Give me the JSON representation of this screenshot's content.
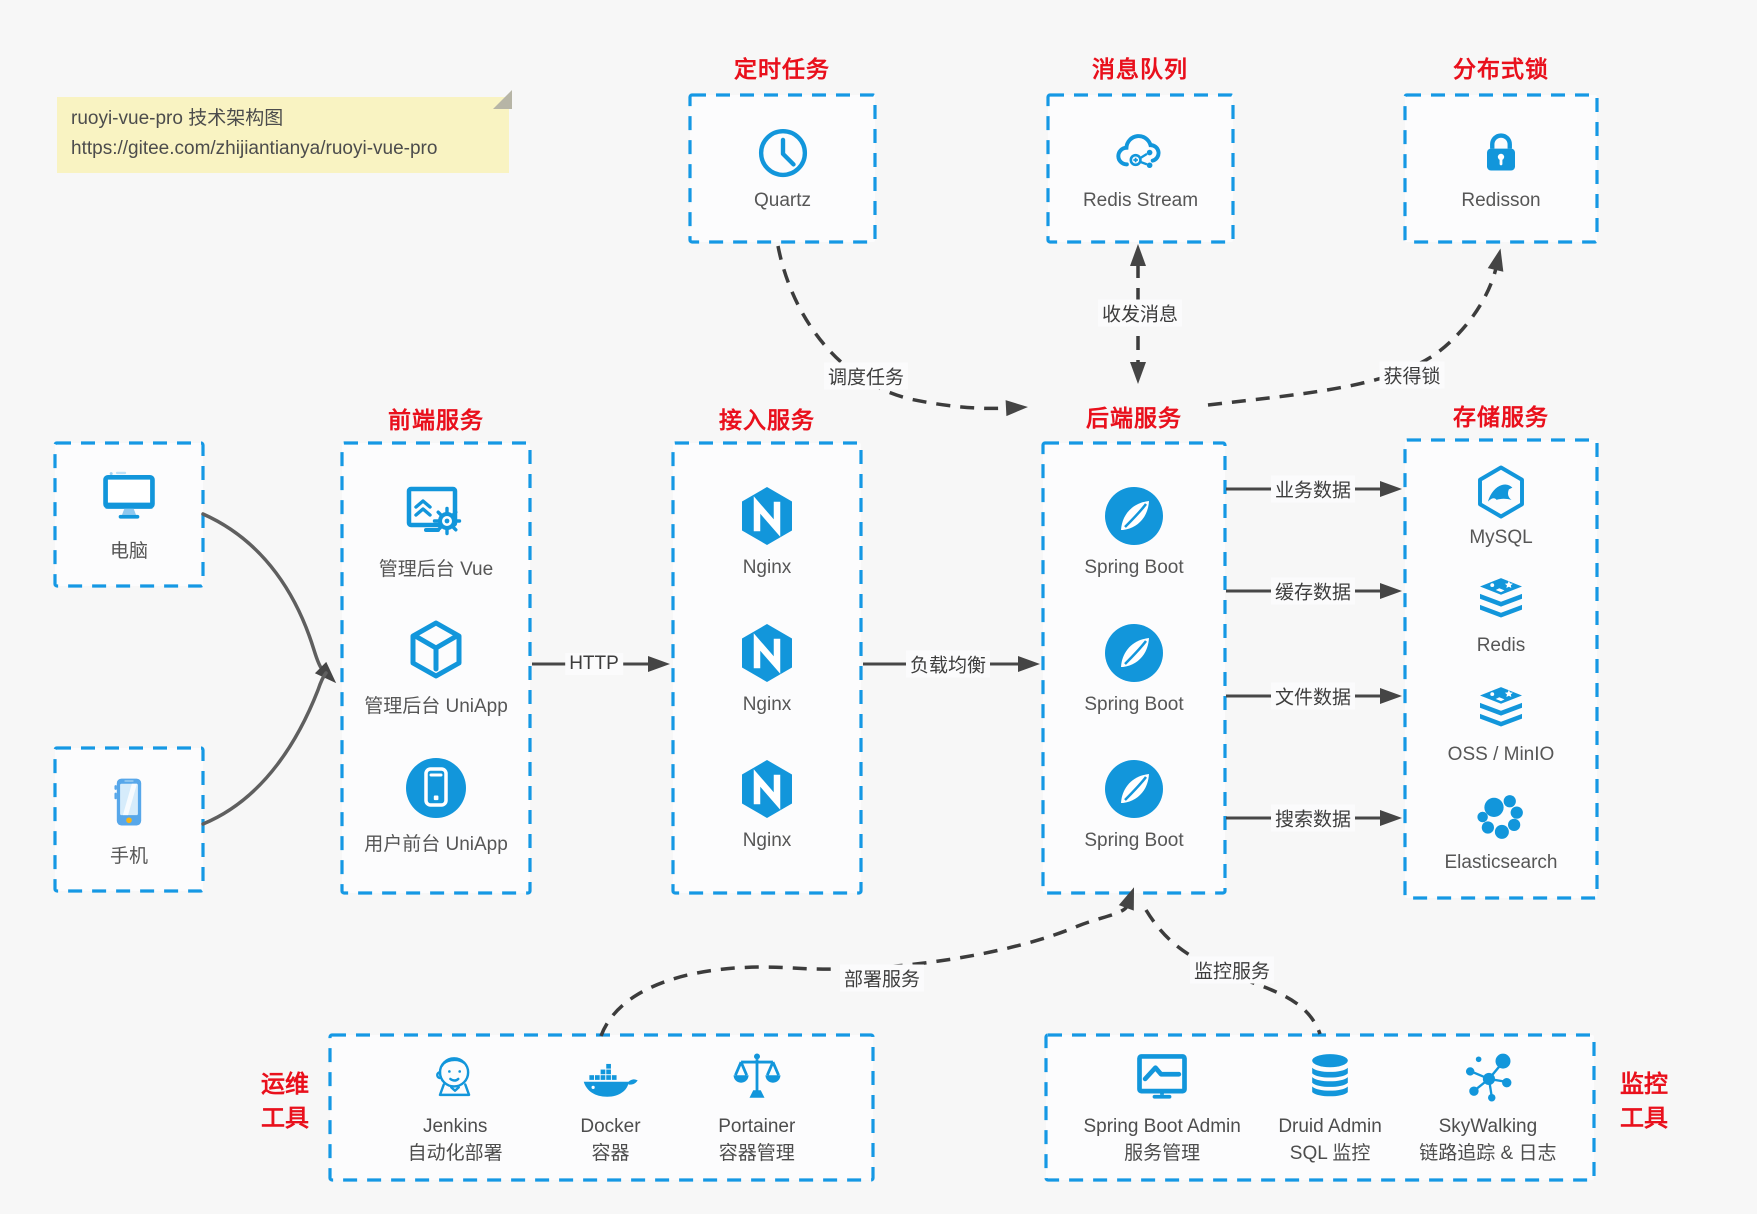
{
  "colors": {
    "accent_blue": "#1598e4",
    "icon_blue": "#1296db",
    "title_red": "#e9101c",
    "arrow_gray": "#454545",
    "note_bg": "#f9f3c2"
  },
  "note": {
    "line1": "ruoyi-vue-pro 技术架构图",
    "line2": "https://gitee.com/zhijiantianya/ruoyi-vue-pro"
  },
  "top_services": [
    {
      "title": "定时任务",
      "item": {
        "icon": "clock-icon",
        "label": "Quartz"
      }
    },
    {
      "title": "消息队列",
      "item": {
        "icon": "cloud-stream-icon",
        "label": "Redis Stream"
      }
    },
    {
      "title": "分布式锁",
      "item": {
        "icon": "lock-icon",
        "label": "Redisson"
      }
    }
  ],
  "clients": [
    {
      "icon": "desktop-icon",
      "label": "电脑"
    },
    {
      "icon": "mobile-icon",
      "label": "手机"
    }
  ],
  "columns": [
    {
      "title": "前端服务",
      "items": [
        {
          "icon": "admin-vue-icon",
          "label": "管理后台 Vue"
        },
        {
          "icon": "uniapp-cube-icon",
          "label": "管理后台 UniApp"
        },
        {
          "icon": "user-app-icon",
          "label": "用户前台 UniApp"
        }
      ]
    },
    {
      "title": "接入服务",
      "items": [
        {
          "icon": "nginx-icon",
          "label": "Nginx"
        },
        {
          "icon": "nginx-icon",
          "label": "Nginx"
        },
        {
          "icon": "nginx-icon",
          "label": "Nginx"
        }
      ]
    },
    {
      "title": "后端服务",
      "items": [
        {
          "icon": "spring-boot-icon",
          "label": "Spring Boot"
        },
        {
          "icon": "spring-boot-icon",
          "label": "Spring Boot"
        },
        {
          "icon": "spring-boot-icon",
          "label": "Spring Boot"
        }
      ]
    },
    {
      "title": "存储服务",
      "items": [
        {
          "icon": "mysql-icon",
          "label": "MySQL"
        },
        {
          "icon": "redis-icon",
          "label": "Redis"
        },
        {
          "icon": "oss-icon",
          "label": "OSS / MinIO"
        },
        {
          "icon": "elasticsearch-icon",
          "label": "Elasticsearch"
        }
      ]
    }
  ],
  "edges": {
    "http": "HTTP",
    "load_balance": "负载均衡",
    "business": "业务数据",
    "cache": "缓存数据",
    "file": "文件数据",
    "search": "搜索数据",
    "schedule": "调度任务",
    "message": "收发消息",
    "lock": "获得锁",
    "deploy": "部署服务",
    "monitor": "监控服务"
  },
  "ops_tools": {
    "side_line1": "运维",
    "side_line2": "工具",
    "items": [
      {
        "icon": "jenkins-icon",
        "label": "Jenkins",
        "sublabel": "自动化部署"
      },
      {
        "icon": "docker-icon",
        "label": "Docker",
        "sublabel": "容器"
      },
      {
        "icon": "portainer-icon",
        "label": "Portainer",
        "sublabel": "容器管理"
      }
    ]
  },
  "monitor_tools": {
    "side_line1": "监控",
    "side_line2": "工具",
    "items": [
      {
        "icon": "sba-icon",
        "label": "Spring Boot Admin",
        "sublabel": "服务管理"
      },
      {
        "icon": "druid-icon",
        "label": "Druid Admin",
        "sublabel": "SQL 监控"
      },
      {
        "icon": "skywalking-icon",
        "label": "SkyWalking",
        "sublabel": "链路追踪 & 日志"
      }
    ]
  }
}
